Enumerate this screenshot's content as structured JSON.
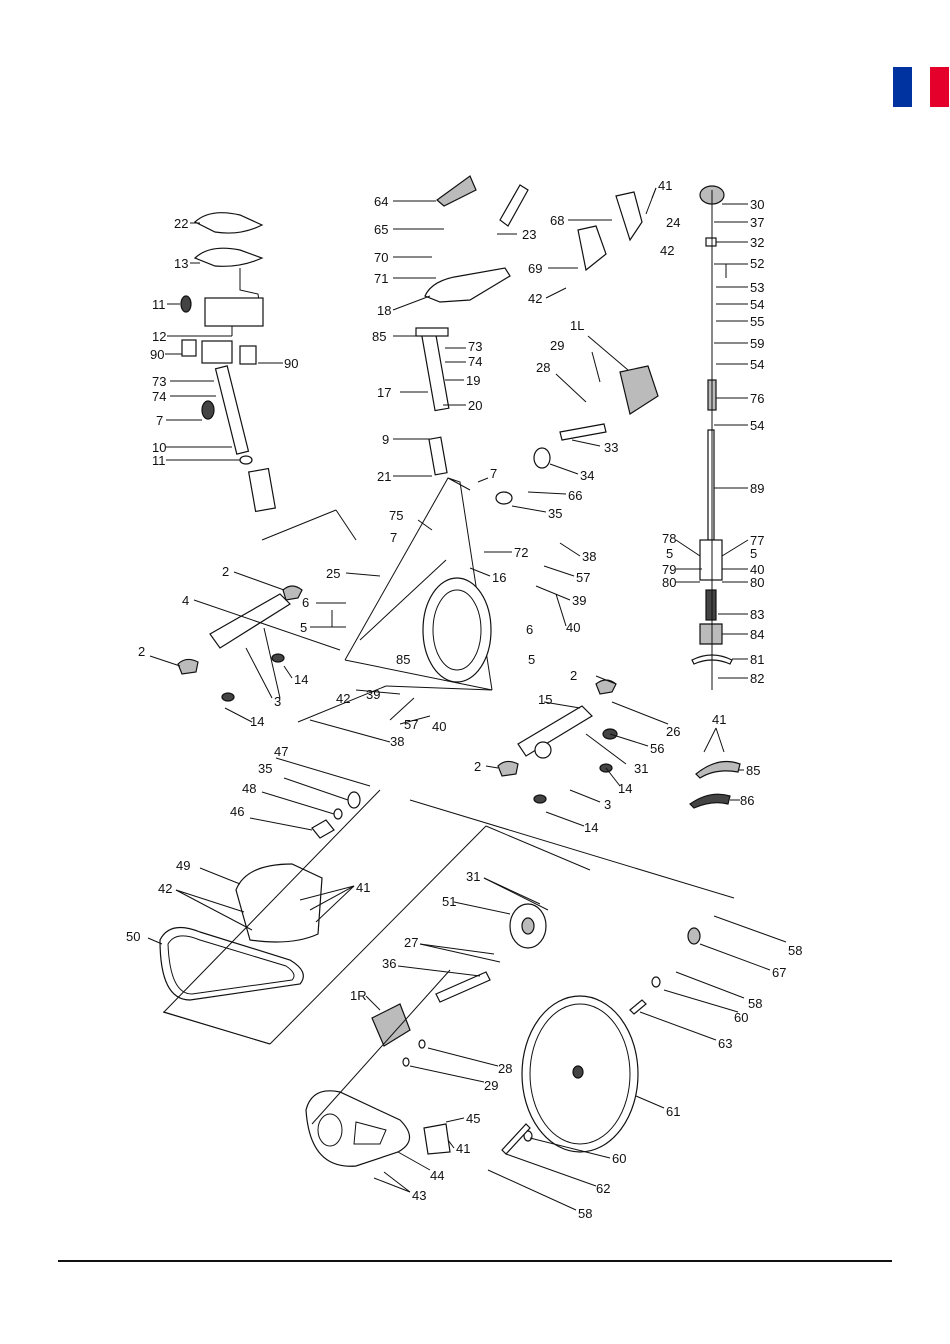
{
  "header": {
    "flag_colors": [
      "#0032a0",
      "#ffffff",
      "#e4002b"
    ]
  },
  "callouts": [
    {
      "id": "c64",
      "text": "64"
    },
    {
      "id": "c65",
      "text": "65"
    },
    {
      "id": "c70",
      "text": "70"
    },
    {
      "id": "c71",
      "text": "71"
    },
    {
      "id": "c18",
      "text": "18"
    },
    {
      "id": "c23",
      "text": "23"
    },
    {
      "id": "c85a",
      "text": "85"
    },
    {
      "id": "c73a",
      "text": "73"
    },
    {
      "id": "c74a",
      "text": "74"
    },
    {
      "id": "c19",
      "text": "19"
    },
    {
      "id": "c17",
      "text": "17"
    },
    {
      "id": "c20",
      "text": "20"
    },
    {
      "id": "c9",
      "text": "9"
    },
    {
      "id": "c21",
      "text": "21"
    },
    {
      "id": "c22",
      "text": "22"
    },
    {
      "id": "c13",
      "text": "13"
    },
    {
      "id": "c11a",
      "text": "11"
    },
    {
      "id": "c12",
      "text": "12"
    },
    {
      "id": "c90a",
      "text": "90"
    },
    {
      "id": "c90b",
      "text": "90"
    },
    {
      "id": "c73b",
      "text": "73"
    },
    {
      "id": "c74b",
      "text": "74"
    },
    {
      "id": "c7a",
      "text": "7"
    },
    {
      "id": "c10",
      "text": "10"
    },
    {
      "id": "c11b",
      "text": "11"
    },
    {
      "id": "c41a",
      "text": "41"
    },
    {
      "id": "c68",
      "text": "68"
    },
    {
      "id": "c24",
      "text": "24"
    },
    {
      "id": "c42a",
      "text": "42"
    },
    {
      "id": "c69",
      "text": "69"
    },
    {
      "id": "c42b",
      "text": "42"
    },
    {
      "id": "c1L",
      "text": "1L"
    },
    {
      "id": "c29a",
      "text": "29"
    },
    {
      "id": "c28a",
      "text": "28"
    },
    {
      "id": "c33",
      "text": "33"
    },
    {
      "id": "c34",
      "text": "34"
    },
    {
      "id": "c66",
      "text": "66"
    },
    {
      "id": "c35a",
      "text": "35"
    },
    {
      "id": "c7b",
      "text": "7"
    },
    {
      "id": "c75",
      "text": "75"
    },
    {
      "id": "c7c",
      "text": "7"
    },
    {
      "id": "c72",
      "text": "72"
    },
    {
      "id": "c16",
      "text": "16"
    },
    {
      "id": "c38a",
      "text": "38"
    },
    {
      "id": "c57a",
      "text": "57"
    },
    {
      "id": "c39a",
      "text": "39"
    },
    {
      "id": "c40a",
      "text": "40"
    },
    {
      "id": "c25",
      "text": "25"
    },
    {
      "id": "c2a",
      "text": "2"
    },
    {
      "id": "c6a",
      "text": "6"
    },
    {
      "id": "c5a",
      "text": "5"
    },
    {
      "id": "c4",
      "text": "4"
    },
    {
      "id": "c2b",
      "text": "2"
    },
    {
      "id": "c85b",
      "text": "85"
    },
    {
      "id": "c6b",
      "text": "6"
    },
    {
      "id": "c5b",
      "text": "5"
    },
    {
      "id": "c14a",
      "text": "14"
    },
    {
      "id": "c3a",
      "text": "3"
    },
    {
      "id": "c42c",
      "text": "42"
    },
    {
      "id": "c39b",
      "text": "39"
    },
    {
      "id": "c57b",
      "text": "57"
    },
    {
      "id": "c40b",
      "text": "40"
    },
    {
      "id": "c14b",
      "text": "14"
    },
    {
      "id": "c38b",
      "text": "38"
    },
    {
      "id": "c2c",
      "text": "2"
    },
    {
      "id": "c15",
      "text": "15"
    },
    {
      "id": "c26",
      "text": "26"
    },
    {
      "id": "c56",
      "text": "56"
    },
    {
      "id": "c31a",
      "text": "31"
    },
    {
      "id": "c2d",
      "text": "2"
    },
    {
      "id": "c14c",
      "text": "14"
    },
    {
      "id": "c3b",
      "text": "3"
    },
    {
      "id": "c14d",
      "text": "14"
    },
    {
      "id": "c41b",
      "text": "41"
    },
    {
      "id": "c85c",
      "text": "85"
    },
    {
      "id": "c86",
      "text": "86"
    },
    {
      "id": "c47",
      "text": "47"
    },
    {
      "id": "c35b",
      "text": "35"
    },
    {
      "id": "c48",
      "text": "48"
    },
    {
      "id": "c46",
      "text": "46"
    },
    {
      "id": "c49",
      "text": "49"
    },
    {
      "id": "c42d",
      "text": "42"
    },
    {
      "id": "c41c",
      "text": "41"
    },
    {
      "id": "c50",
      "text": "50"
    },
    {
      "id": "c31b",
      "text": "31"
    },
    {
      "id": "c51",
      "text": "51"
    },
    {
      "id": "c27",
      "text": "27"
    },
    {
      "id": "c36",
      "text": "36"
    },
    {
      "id": "c1R",
      "text": "1R"
    },
    {
      "id": "c28b",
      "text": "28"
    },
    {
      "id": "c29b",
      "text": "29"
    },
    {
      "id": "c45",
      "text": "45"
    },
    {
      "id": "c41d",
      "text": "41"
    },
    {
      "id": "c44",
      "text": "44"
    },
    {
      "id": "c43",
      "text": "43"
    },
    {
      "id": "c58a",
      "text": "58"
    },
    {
      "id": "c67",
      "text": "67"
    },
    {
      "id": "c58b",
      "text": "58"
    },
    {
      "id": "c60a",
      "text": "60"
    },
    {
      "id": "c63",
      "text": "63"
    },
    {
      "id": "c61",
      "text": "61"
    },
    {
      "id": "c60b",
      "text": "60"
    },
    {
      "id": "c62",
      "text": "62"
    },
    {
      "id": "c58c",
      "text": "58"
    },
    {
      "id": "c30",
      "text": "30"
    },
    {
      "id": "c37",
      "text": "37"
    },
    {
      "id": "c32",
      "text": "32"
    },
    {
      "id": "c52",
      "text": "52"
    },
    {
      "id": "c53",
      "text": "53"
    },
    {
      "id": "c54a",
      "text": "54"
    },
    {
      "id": "c55",
      "text": "55"
    },
    {
      "id": "c59",
      "text": "59"
    },
    {
      "id": "c54b",
      "text": "54"
    },
    {
      "id": "c76",
      "text": "76"
    },
    {
      "id": "c54c",
      "text": "54"
    },
    {
      "id": "c89",
      "text": "89"
    },
    {
      "id": "c78",
      "text": "78"
    },
    {
      "id": "c77",
      "text": "77"
    },
    {
      "id": "c5c",
      "text": "5"
    },
    {
      "id": "c5d",
      "text": "5"
    },
    {
      "id": "c79",
      "text": "79"
    },
    {
      "id": "c40c",
      "text": "40"
    },
    {
      "id": "c80a",
      "text": "80"
    },
    {
      "id": "c80b",
      "text": "80"
    },
    {
      "id": "c83",
      "text": "83"
    },
    {
      "id": "c84",
      "text": "84"
    },
    {
      "id": "c81",
      "text": "81"
    },
    {
      "id": "c82",
      "text": "82"
    }
  ]
}
